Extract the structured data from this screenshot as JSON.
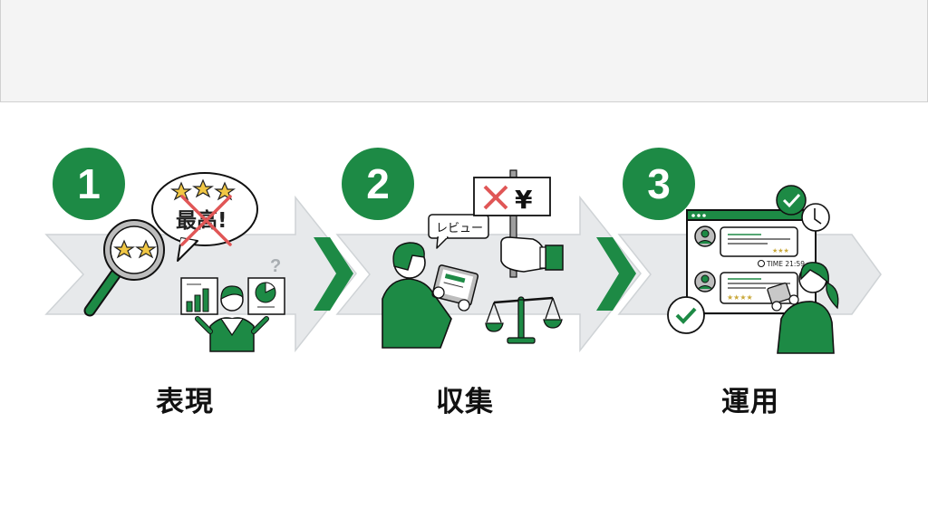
{
  "header_panel": {
    "text": ""
  },
  "colors": {
    "accent": "#1d8a45",
    "band": "#e7e9eb",
    "band_edge": "#cfd3d6",
    "warn": "#e05656",
    "star": "#f1c744"
  },
  "steps": [
    {
      "number": "1",
      "label": "表現",
      "illustration": {
        "bubble_text": "最高!",
        "bubble_stars": 3,
        "magnifier_stars": 2,
        "question_mark": "?",
        "icons": [
          "magnifier-icon",
          "speech-bubble-icon",
          "cross-mark-icon",
          "bar-chart-icon",
          "pie-chart-icon",
          "person-icon"
        ]
      }
    },
    {
      "number": "2",
      "label": "収集",
      "illustration": {
        "bubble_text": "レビュー",
        "sign_text": "¥",
        "icons": [
          "person-tablet-icon",
          "sign-cross-yen-icon",
          "hand-icon",
          "scale-icon"
        ]
      }
    },
    {
      "number": "3",
      "label": "運用",
      "illustration": {
        "time_text": "TIME 21:59",
        "review1_stars": 3,
        "review2_stars": 4,
        "icons": [
          "browser-window-icon",
          "avatar-icon",
          "check-bubble-icon",
          "clock-icon",
          "person-tablet-icon"
        ]
      }
    }
  ]
}
